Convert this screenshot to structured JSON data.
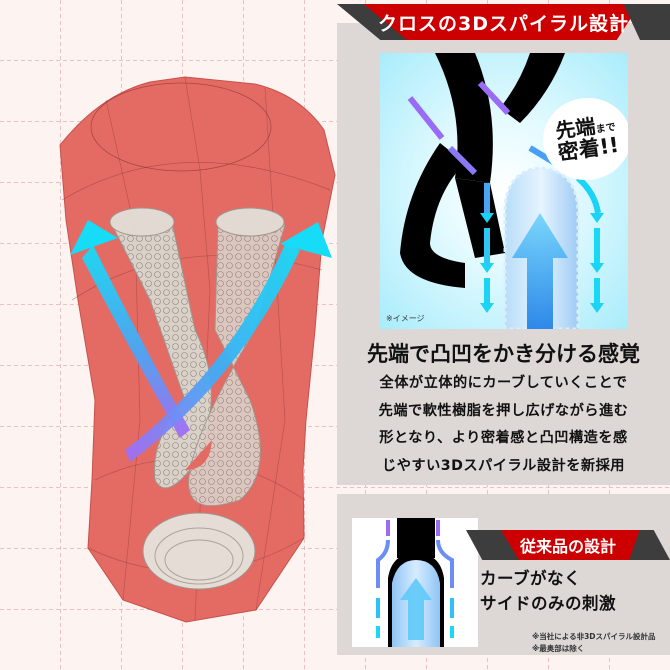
{
  "header": {
    "title": "クロスの3Dスパイラル設計"
  },
  "main_image": {
    "bubble_line1": "先端",
    "bubble_line1_small": "まで",
    "bubble_line2": "密着!!",
    "note": "※イメージ"
  },
  "feature": {
    "headline": "先端で凸凹をかき分ける感覚",
    "body_lines": [
      "全体が立体的にカーブしていくことで",
      "先端で軟性樹脂を押し広げながら進む",
      "形となり、より密着感と凸凹構造を感",
      "じやすい3Dスパイラル設計を新採用"
    ]
  },
  "comparison": {
    "title": "従来品の設計",
    "lines": [
      "カーブがなく",
      "サイドのみの刺激"
    ],
    "footnotes": [
      "※当社による非3Dスパイラル設計品",
      "※最奥部は除く"
    ]
  },
  "colors": {
    "background": "#fdf4f2",
    "grid_line": "#dc96a0",
    "panel": "#ddd8d6",
    "banner_red": "#cc0000",
    "banner_dark": "#3d3d3d",
    "sleeve_red": "#e46a64",
    "arrow_cyan": "#1ad8f5",
    "arrow_purple": "#9d6cf5",
    "inner_tube": "#d9d6ce"
  },
  "icons": {
    "spiral_arrow": "curved-arrow-icon",
    "flow_arrow": "down-arrow-icon",
    "push_arrow": "up-arrow-icon"
  }
}
